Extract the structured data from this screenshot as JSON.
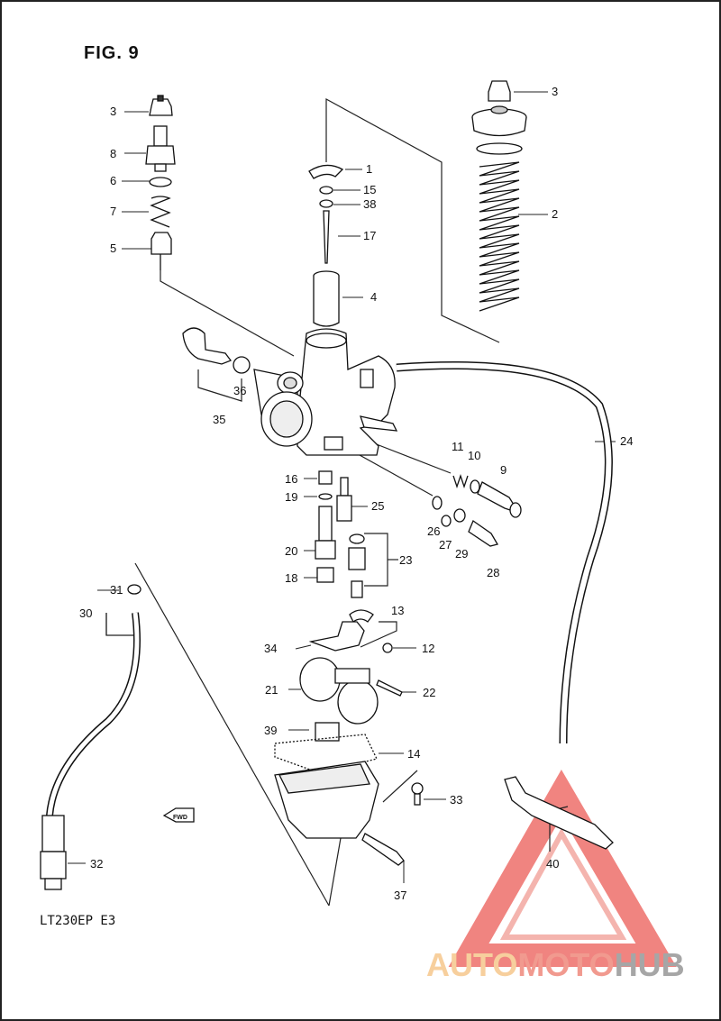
{
  "figure": {
    "title": "FIG. 9",
    "model_code": "LT230EP  E3"
  },
  "watermark": {
    "part1": "AUTO",
    "part2": "MOTO",
    "part3": "HUB",
    "colors": {
      "auto": "#f7cf9d",
      "moto": "#f19a8f",
      "hub": "#a6a6a6",
      "triangle": "#ee6f6a"
    }
  },
  "callouts": {
    "c1": "1",
    "c2": "2",
    "c3a": "3",
    "c3b": "3",
    "c4": "4",
    "c5": "5",
    "c6": "6",
    "c7": "7",
    "c8": "8",
    "c9": "9",
    "c10": "10",
    "c11": "11",
    "c12": "12",
    "c13": "13",
    "c14": "14",
    "c15": "15",
    "c16": "16",
    "c17": "17",
    "c18": "18",
    "c19": "19",
    "c20": "20",
    "c21": "21",
    "c22": "22",
    "c23": "23",
    "c24": "24",
    "c25": "25",
    "c26": "26",
    "c27": "27",
    "c28": "28",
    "c29": "29",
    "c30": "30",
    "c31": "31",
    "c32": "32",
    "c33": "33",
    "c34": "34",
    "c35": "35",
    "c36": "36",
    "c37": "37",
    "c38": "38",
    "c39": "39",
    "c40": "40"
  },
  "fwd_label": "FWD"
}
